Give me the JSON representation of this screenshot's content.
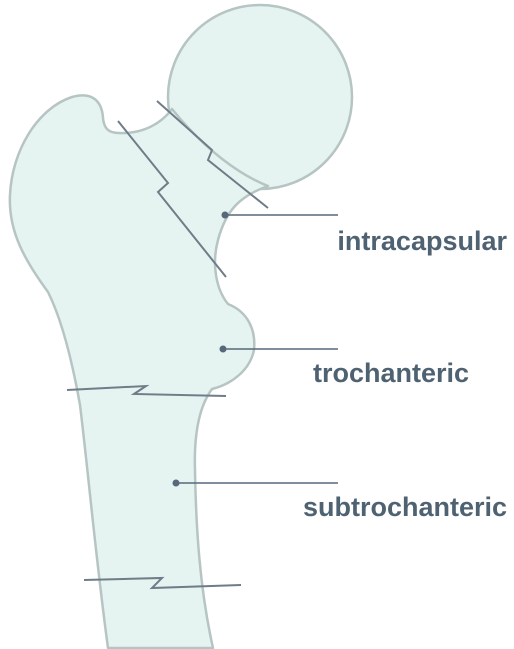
{
  "colors": {
    "background": "#ffffff",
    "bone_fill": "#e5f3f1",
    "bone_outline": "#b6c5c3",
    "fracture_line": "#6f7d89",
    "leader_line": "#56697a",
    "label_text": "#4f6272"
  },
  "labels": {
    "intracapsular": "intracapsular",
    "trochanteric": "trochanteric",
    "subtrochanteric": "subtrochanteric"
  }
}
